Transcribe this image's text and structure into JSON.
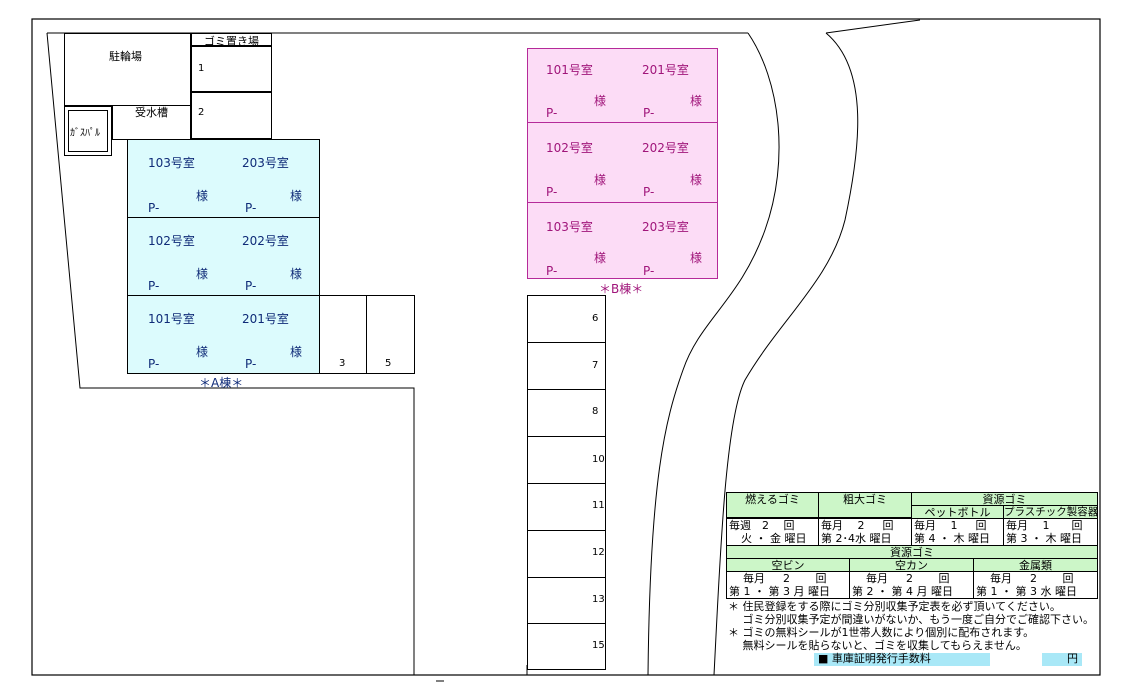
{
  "facilities": {
    "bicycle_parking": "駐輪場",
    "garbage_area": "ゴミ置き場",
    "water_tank": "受水槽",
    "gas_pole": "ｶﾞｽﾊﾟﾙ"
  },
  "building_a": {
    "label": "＊A棟＊",
    "units": [
      {
        "left_room": "103号室",
        "right_room": "203号室",
        "left_sama": "様",
        "right_sama": "様",
        "left_p": "P-",
        "right_p": "P-"
      },
      {
        "left_room": "102号室",
        "right_room": "202号室",
        "left_sama": "様",
        "right_sama": "様",
        "left_p": "P-",
        "right_p": "P-"
      },
      {
        "left_room": "101号室",
        "right_room": "201号室",
        "left_sama": "様",
        "right_sama": "様",
        "left_p": "P-",
        "right_p": "P-"
      }
    ]
  },
  "building_b": {
    "label": "＊B棟＊",
    "units": [
      {
        "left_room": "101号室",
        "right_room": "201号室",
        "left_sama": "様",
        "right_sama": "様",
        "left_p": "P-",
        "right_p": "P-"
      },
      {
        "left_room": "102号室",
        "right_room": "202号室",
        "left_sama": "様",
        "right_sama": "様",
        "left_p": "P-",
        "right_p": "P-"
      },
      {
        "left_room": "103号室",
        "right_room": "203号室",
        "left_sama": "様",
        "right_sama": "様",
        "left_p": "P-",
        "right_p": "P-"
      }
    ]
  },
  "parking": {
    "top_slots": [
      "1",
      "2"
    ],
    "bottom_slots": [
      "3",
      "5"
    ],
    "column_slots": [
      "6",
      "7",
      "8",
      "10",
      "11",
      "12",
      "13",
      "15"
    ]
  },
  "legend": {
    "burnable": {
      "title": "燃えるゴミ",
      "freq": "毎週　2　 回",
      "days": "火 ・ 金 曜日"
    },
    "bulky": {
      "title": "粗大ゴミ",
      "freq": "毎月　 2 　 回",
      "days": "第 2･4水 曜日"
    },
    "resource_title": "資源ゴミ",
    "pet": {
      "title": "ペットボトル",
      "freq": "毎月 　1 　 回",
      "days": "第 4 ・ 木 曜日"
    },
    "plastic": {
      "title": "プラスチック製容器",
      "freq": "毎月 　1　　回",
      "days": "第 3 ・ 木 曜日"
    },
    "resource_title_2": "資源ゴミ",
    "bottle": {
      "title": "空ビン",
      "freq": "毎月 　 2　　 回",
      "days": "第 1 ・ 第 3 月 曜日"
    },
    "can": {
      "title": "空カン",
      "freq": "毎月 　 2　　 回",
      "days": "第 2 ・ 第 4 月 曜日"
    },
    "metal": {
      "title": "金属類",
      "freq": "毎月 　 2　　 回",
      "days": "第 1 ・ 第 3 水 曜日"
    },
    "notes": [
      "＊ 住民登録をする際にゴミ分別収集予定表を必ず頂いてください。",
      "　 ゴミ分別収集予定が間違いがないか、もう一度ご自分でご確認下さい。",
      "＊ ゴミの無料シールが1世帯人数により個別に配布されます。",
      "　 無料シールを貼らないと、ゴミを収集してもらえません。"
    ],
    "fee_label": "■ 車庫証明発行手数料",
    "fee_unit": "円"
  },
  "colors": {
    "building_a_fill": "#dcfbfd",
    "building_b_fill": "#fcdcf6",
    "legend_header": "#ccf6c8",
    "fee_fill": "#a9e8f7"
  }
}
